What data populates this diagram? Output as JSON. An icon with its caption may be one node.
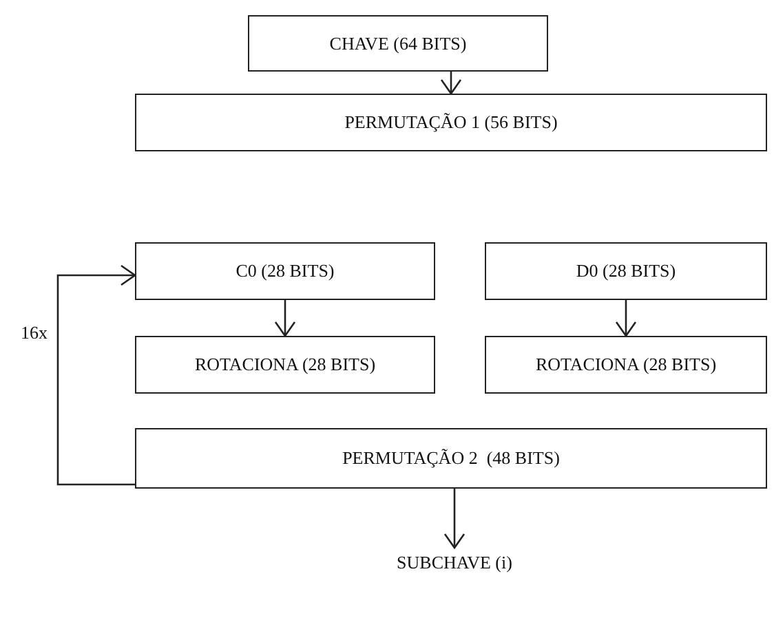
{
  "diagram": {
    "nodes": [
      {
        "text": [
          "CHAVE (64 BITS)"
        ]
      },
      {
        "text": [
          "PERMUTAÇÃO 1 (56 BITS)"
        ]
      },
      {
        "text": [
          "C0 (28 BITS)"
        ]
      },
      {
        "text": [
          "D0 (28 BITS)"
        ]
      },
      {
        "text": [
          "ROTACIONA (28 BITS)"
        ]
      },
      {
        "text": [
          "ROTACIONA (28 BITS)"
        ]
      },
      {
        "text": [
          "PERMUTAÇÃO 2  (48 BITS)"
        ]
      },
      {
        "text": [
          "SUBCHAVE (i)"
        ]
      }
    ],
    "edges": [
      {
        "from": 0,
        "to": 1,
        "arrow": "to"
      },
      {
        "from": 2,
        "to": 4,
        "arrow": "to"
      },
      {
        "from": 3,
        "to": 5,
        "arrow": "to"
      },
      {
        "from": 6,
        "to": 2,
        "arrow": "to",
        "label": "16x"
      },
      {
        "from": 6,
        "to": 7,
        "arrow": "to"
      }
    ]
  }
}
